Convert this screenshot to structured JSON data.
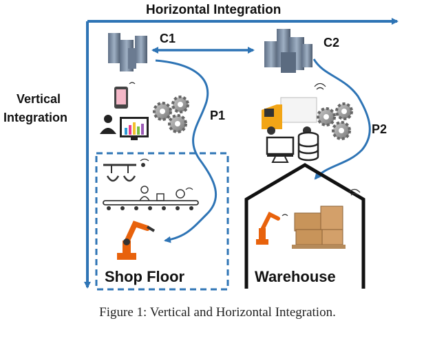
{
  "diagram": {
    "horizontal_label": "Horizontal Integration",
    "vertical_label_line1": "Vertical",
    "vertical_label_line2": "Integration",
    "c1_label": "C1",
    "c2_label": "C2",
    "p1_label": "P1",
    "p2_label": "P2",
    "shop_floor_label": "Shop Floor",
    "warehouse_label": "Warehouse"
  },
  "caption": "Figure 1: Vertical and Horizontal Integration.",
  "colors": {
    "arrow_blue": "#2e74b5",
    "robot_orange": "#e8620c",
    "truck_orange": "#f2a516",
    "box_brown": "#c8945a"
  }
}
